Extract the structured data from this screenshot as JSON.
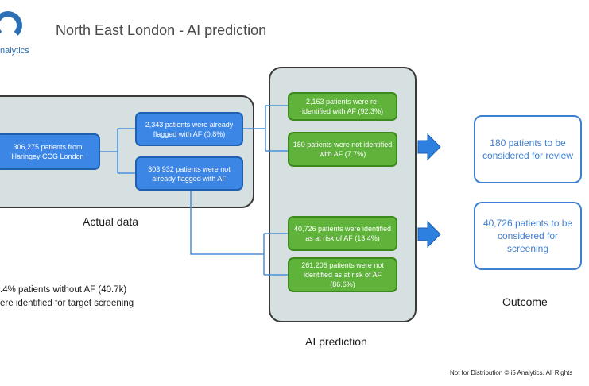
{
  "header": {
    "logo_text": "nalytics",
    "title": "North East London - AI prediction"
  },
  "actual_data": {
    "label": "Actual data",
    "source_node": "306,275 patients from Haringey CCG London",
    "flagged_node": "2,343 patients were already flagged with AF (0.8%)",
    "not_flagged_node": "303,932 patients were not already flagged with AF"
  },
  "ai_prediction": {
    "label": "AI prediction",
    "reidentified_node": "2,163 patients were re-identified with AF (92.3%)",
    "not_identified_node": "180 patients were not identified with AF (7.7%)",
    "at_risk_node": "40,726 patients were identified as at risk of AF (13.4%)",
    "not_at_risk_node": "261,206 patients were not identified as at risk of AF (86.6%)"
  },
  "outcome": {
    "label": "Outcome",
    "review_box": "180 patients to be considered for review",
    "screening_box": "40,726 patients to be considered for screening"
  },
  "note": {
    "line1": ".4% patients without AF (40.7k)",
    "line2": "ere identified for target screening"
  },
  "footer": "Not for Distribution © i5 Analytics. All Rights",
  "colors": {
    "blue_node": "#3c86e6",
    "green_node": "#5fb23a",
    "panel": "#d6e0e0",
    "outcome_border": "#3f7fd1",
    "arrow": "#2d7fe0"
  }
}
